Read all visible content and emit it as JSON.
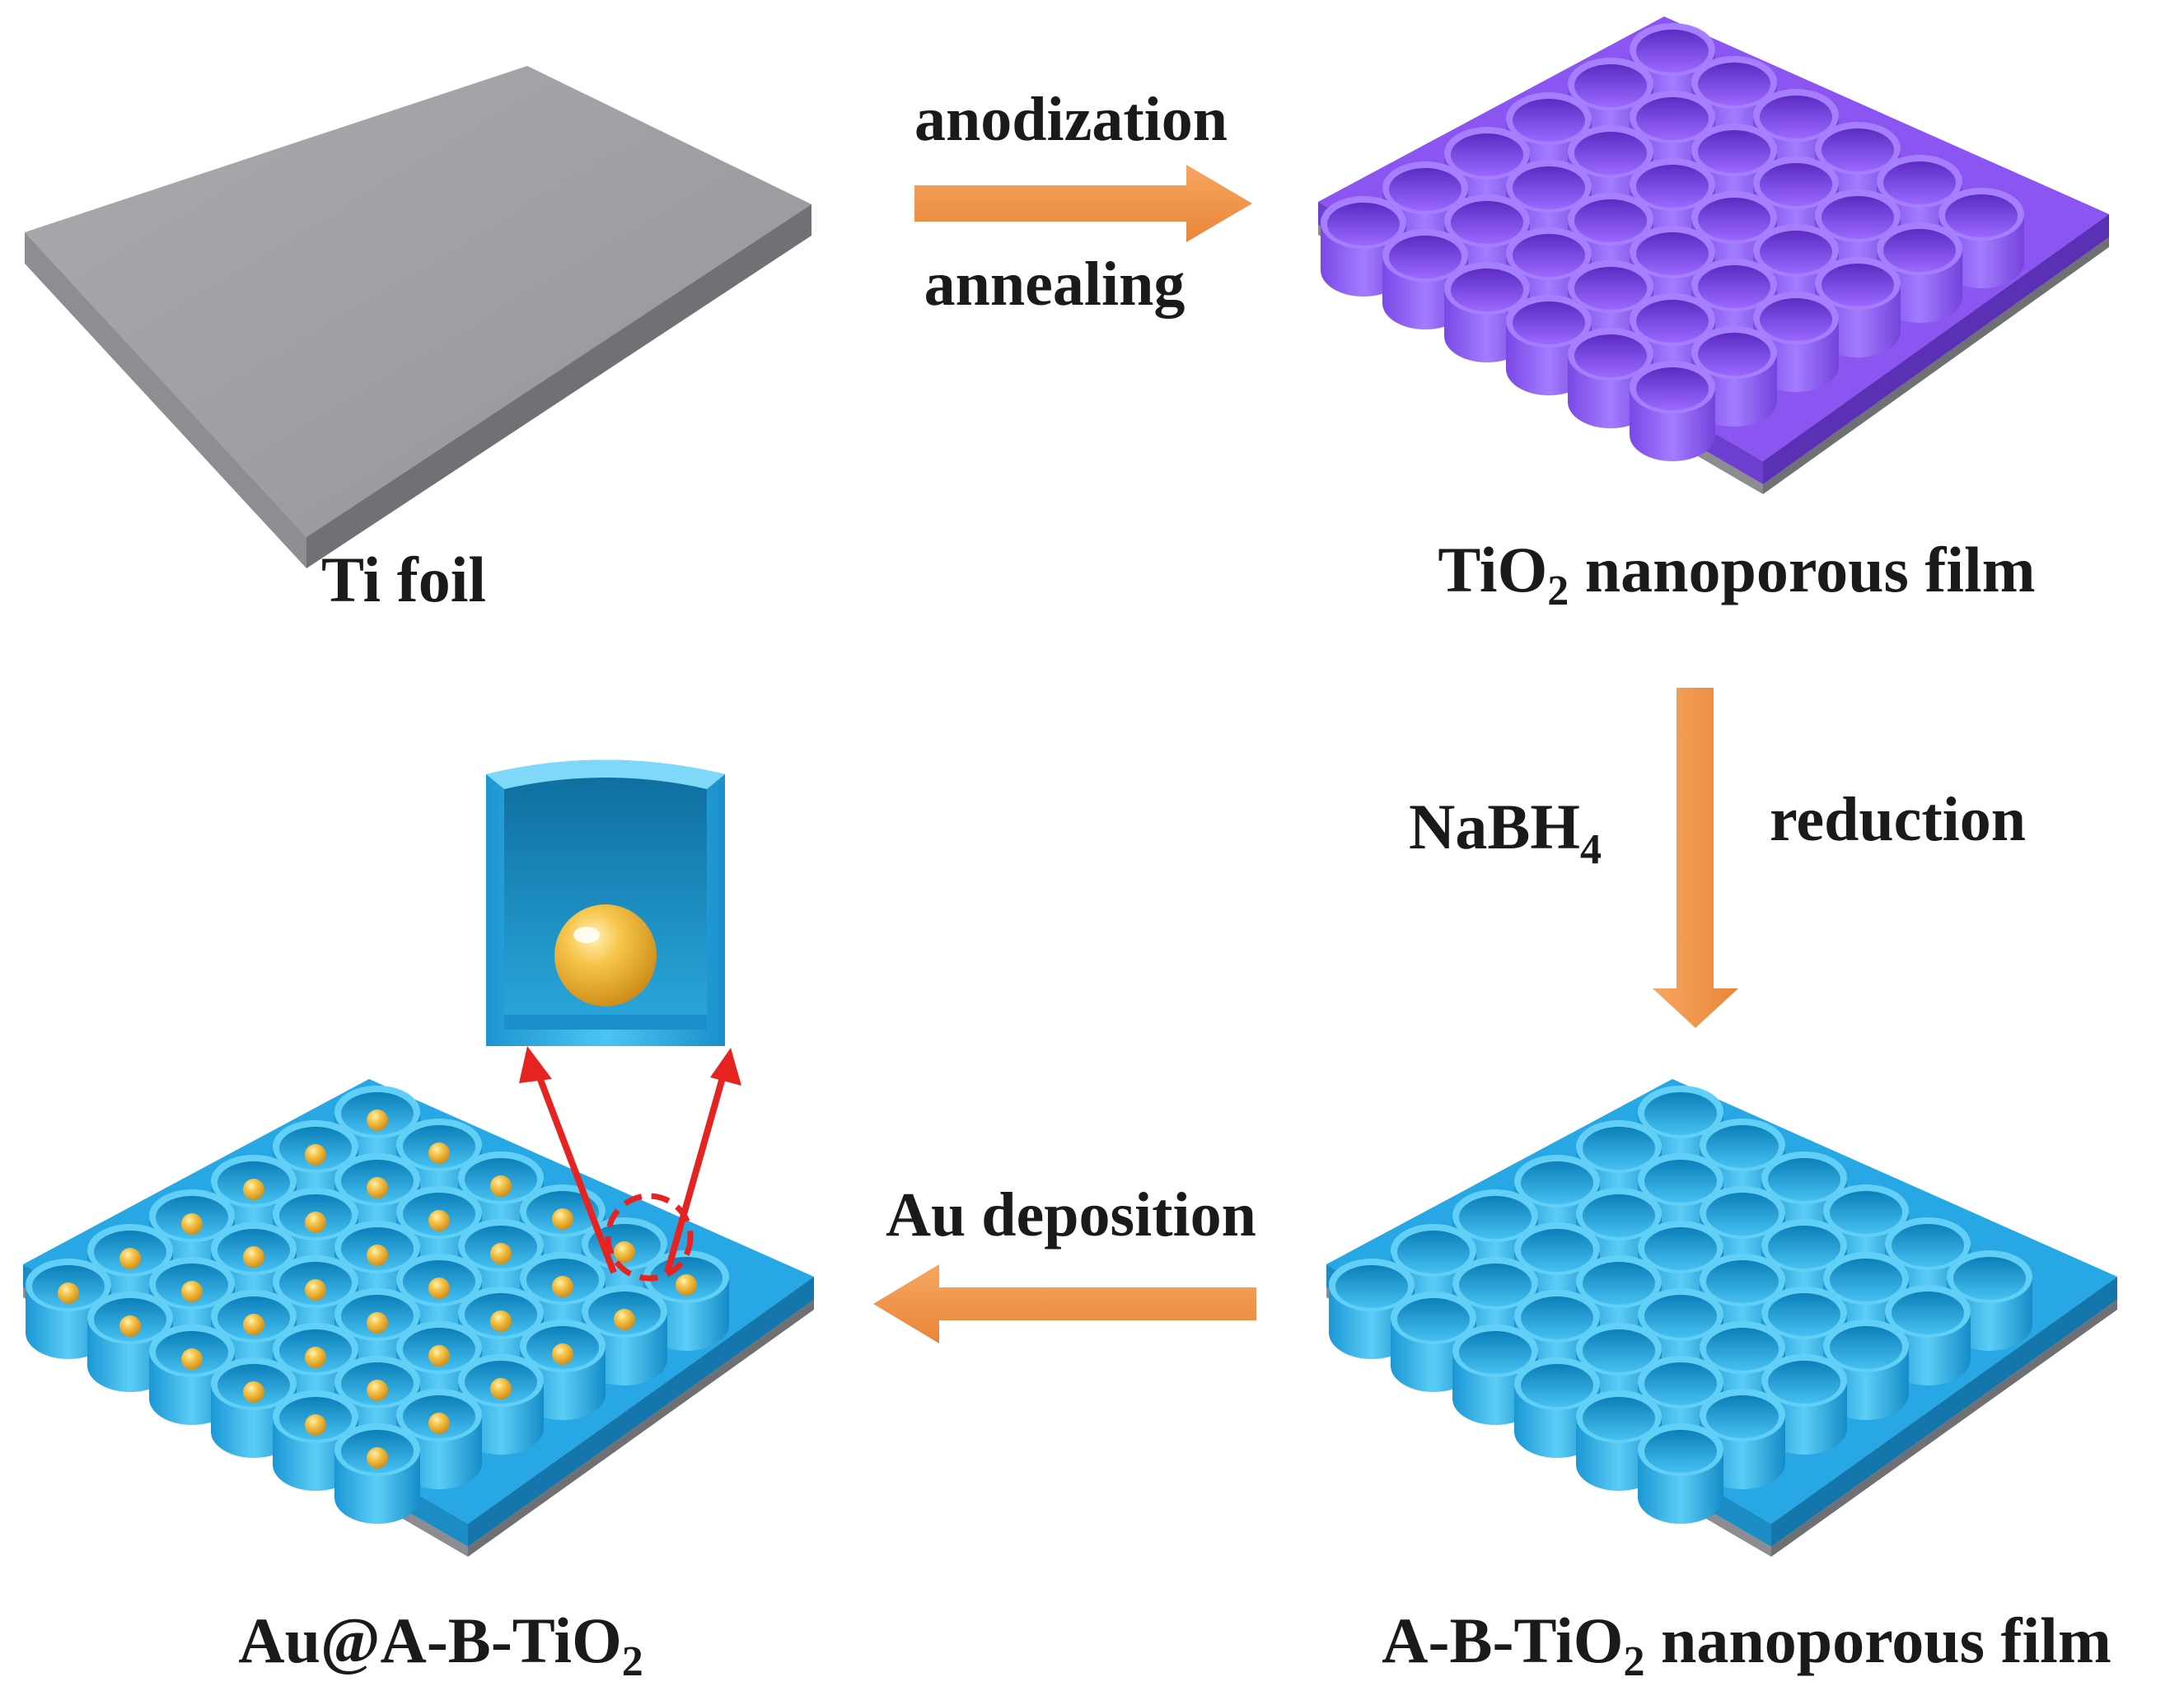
{
  "labels": {
    "ti_foil": "Ti foil",
    "tio2_prefix": "TiO",
    "tio2_sub": "2",
    "tio2_suffix": " nanoporous film",
    "abtio2_prefix": "A-B-TiO",
    "abtio2_sub": "2",
    "abtio2_suffix": " nanoporous film",
    "au_prefix": "Au@A-B-TiO",
    "au_sub": "2"
  },
  "steps": {
    "anodization": "anodization",
    "annealing": "annealing",
    "nabh4_prefix": "NaBH",
    "nabh4_sub": "4",
    "reduction": "reduction",
    "au_deposition": "Au deposition"
  },
  "colors": {
    "arrow_orange": "#f0944a",
    "ti_gray": "#9a9c9f",
    "tio2_purple": "#8a55f0",
    "abtio2_blue": "#27a8e4",
    "gold": "#f2b531",
    "highlight_red": "#e52421"
  }
}
